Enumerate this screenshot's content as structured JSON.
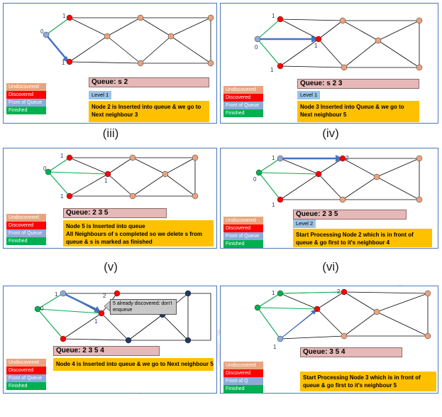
{
  "legend": [
    "Undiscovered",
    "Discovered",
    "Front of Queue",
    "Finished"
  ],
  "legend_alt": [
    "Undiscovered",
    "Discovered",
    "Front of Q",
    "Finished"
  ],
  "colors": {
    "undiscovered": "#e9a37d",
    "discovered": "#ff0000",
    "front": "#8eaadb",
    "finished": "#00b050",
    "level": "#9dc3e6",
    "queue": "#e6b9b8",
    "msg": "#ffc000",
    "dark": "#1f3864",
    "border": "#4a78b8"
  },
  "panels": {
    "p1": {
      "queue": "Queue: s 2",
      "level": "Level 1",
      "message": "Node 2 is Inserted into queue & we go to Next neighbour 3",
      "caption": "(iii)",
      "labels": [
        "0",
        "1",
        "1"
      ]
    },
    "p2": {
      "queue": "Queue: s 2 3",
      "level": "Level 1",
      "message": "Node 3 Inserted into Queue & we go to Next neighbour 5",
      "caption": "(iv)",
      "labels": [
        "1",
        "0",
        "1",
        "1"
      ]
    },
    "p3": {
      "queue": "Queue: 2 3 5",
      "message": "Node 5 is Inserted into queue\nAll Neighbours of s completed so we delete s from queue & s is marked as finished",
      "caption": "(v)",
      "labels": [
        "1",
        "0",
        "1",
        "1"
      ]
    },
    "p4": {
      "queue": "Queue: 2 3 5",
      "level": "Level 2",
      "message": "Start Processing Node 2 which is in front of queue & go first to it's neighbour 4",
      "caption": "(vi)",
      "labels": [
        "1",
        "0",
        "2",
        "1"
      ]
    },
    "p5": {
      "queue": "Queue: 2 3 5 4",
      "message": "Node 4 is Inserted into queue & we go to Next neighbour 5",
      "callout": "5 already discovered: don't enqueue",
      "labels": [
        "1",
        "0",
        "2",
        "1"
      ]
    },
    "p6": {
      "queue": "Queue: 3 5 4",
      "message": "Start Processing Node 3 which is in front of queue & go first to it's neighbour 5",
      "labels": [
        "1",
        "2",
        "1"
      ]
    }
  }
}
